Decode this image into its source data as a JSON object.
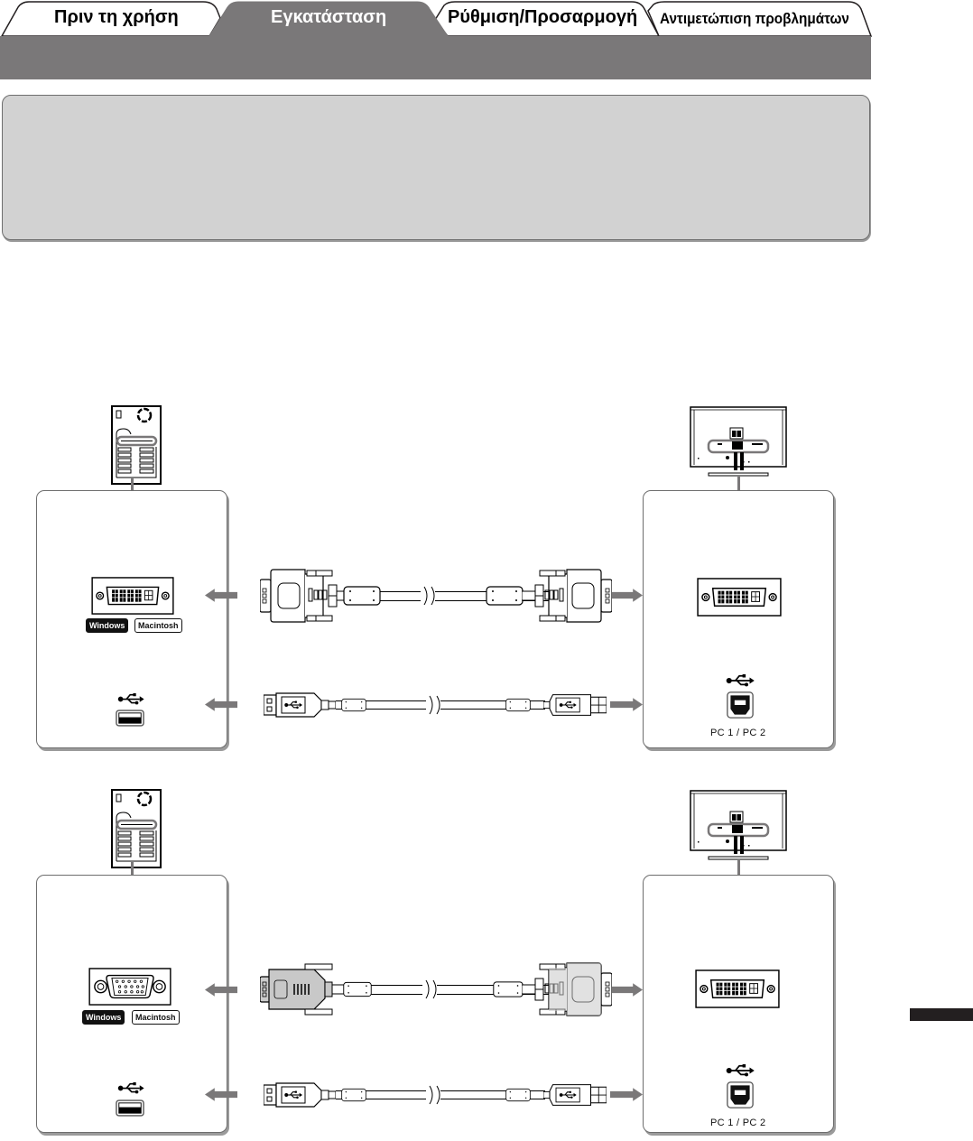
{
  "nav_tabs": [
    {
      "label": "Πριν τη χρήση",
      "active": false
    },
    {
      "label": "Εγκατάσταση",
      "active": true
    },
    {
      "label": "Ρύθμιση/Προσαρμογή",
      "active": false
    },
    {
      "label": "Αντιμετώπιση προβλημάτων",
      "active": false
    }
  ],
  "header_band": {
    "title": ""
  },
  "info_box": {
    "text": ""
  },
  "colors": {
    "header_band": "#7a7879",
    "info_box": "#d2d2d2",
    "arrow": "#7a7879",
    "side_tab": "#231f20"
  },
  "diagrams": [
    {
      "name": "dvi-connection",
      "computer_panel": {
        "device": "pc-tower-icon",
        "video_port": "dvi-port",
        "os_badges": [
          "Windows",
          "Macintosh"
        ],
        "usb_port": "usb-a-port"
      },
      "video_cable": {
        "left_connector": "dvi",
        "right_connector": "dvi"
      },
      "usb_cable": {
        "left_connector": "usb-a",
        "right_connector": "usb-b"
      },
      "monitor_panel": {
        "device": "monitor-rear-icon",
        "video_port": "dvi-port",
        "usb_port": "usb-b-port",
        "usb_caption": "PC 1 / PC 2"
      }
    },
    {
      "name": "vga-dvi-connection",
      "computer_panel": {
        "device": "pc-tower-icon",
        "video_port": "d-sub-port",
        "os_badges": [
          "Windows",
          "Macintosh"
        ],
        "usb_port": "usb-a-port"
      },
      "video_cable": {
        "left_connector": "d-sub",
        "right_connector": "dvi"
      },
      "usb_cable": {
        "left_connector": "usb-a",
        "right_connector": "usb-b"
      },
      "monitor_panel": {
        "device": "monitor-rear-icon",
        "video_port": "dvi-port",
        "usb_port": "usb-b-port",
        "usb_caption": "PC 1 / PC 2"
      }
    }
  ]
}
